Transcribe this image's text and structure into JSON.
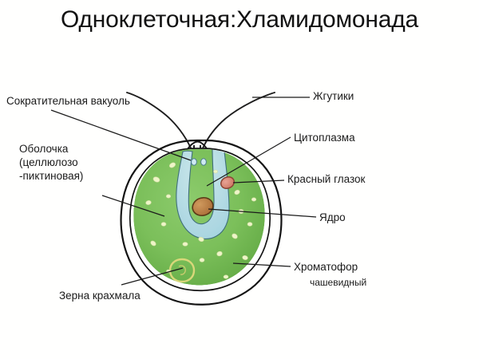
{
  "title": "Одноклеточная:Хламидомонада",
  "diagram": {
    "organism": "Хламидомонада",
    "labels": {
      "contractile_vacuole": "Сократительная вакуоль",
      "envelope_line1": "Оболочка",
      "envelope_line2": "(целлюлозо",
      "envelope_line3": "-пиктиновая)",
      "flagella": "Жгутики",
      "cytoplasm": "Цитоплазма",
      "eyespot": "Красный глазок",
      "nucleus": "Ядро",
      "chromatophore": "Хроматофор",
      "chromatophore_sub": "чашевидный",
      "starch_grains": "Зерна крахмала"
    }
  },
  "colors": {
    "background": "#fffffe",
    "ink": "#1a1a1a",
    "cell_wall": "#141414",
    "chromatophore_green": "#7bbf5a",
    "chromatophore_green_dark": "#5da33f",
    "cytoplasm_blue": "#b3dceb",
    "nucleus_brown": "#b5773f",
    "eyespot_red": "#d98878",
    "starch_pale": "#eef5c8",
    "pyrenoid_outline": "#d9d77a"
  }
}
